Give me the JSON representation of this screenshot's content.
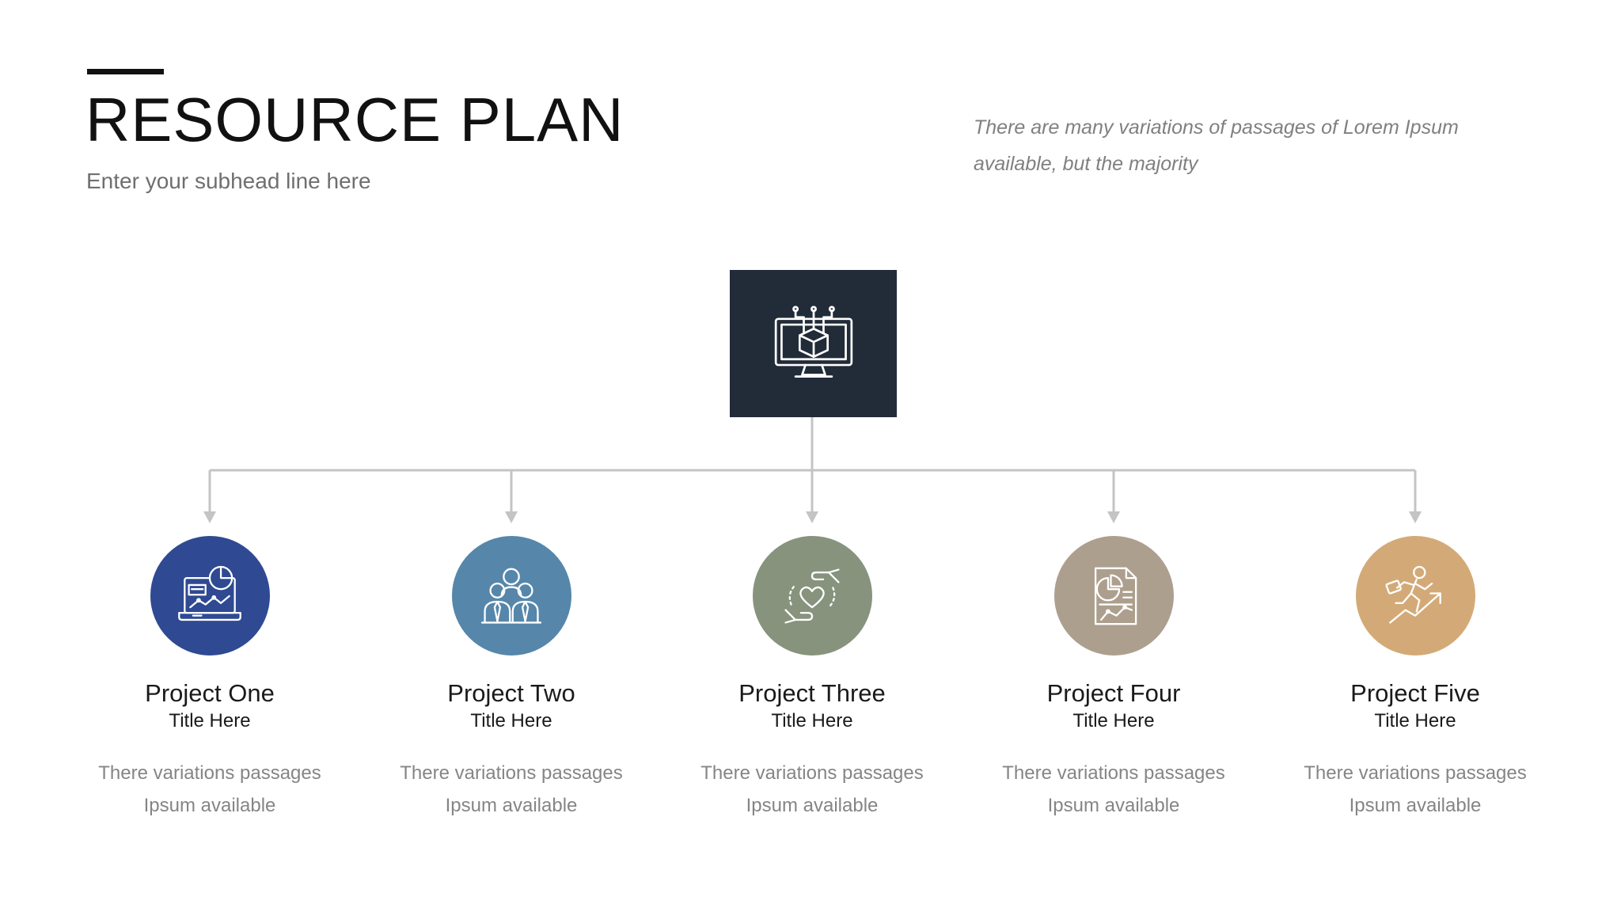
{
  "slide": {
    "title": "RESOURCE PLAN",
    "subhead": "Enter your subhead line here",
    "intro": "There are many variations of passages of Lorem Ipsum available, but the majority"
  },
  "root": {
    "icon": "monitor-cube-icon",
    "color": "#222b38"
  },
  "connector_color": "#c4c4c4",
  "projects": [
    {
      "name": "Project One",
      "subtitle": "Title Here",
      "description": "There variations passages Ipsum available",
      "color": "#2f4a93",
      "icon": "laptop-analytics-icon"
    },
    {
      "name": "Project Two",
      "subtitle": "Title Here",
      "description": "There variations passages Ipsum available",
      "color": "#5687aa",
      "icon": "team-icon"
    },
    {
      "name": "Project Three",
      "subtitle": "Title Here",
      "description": "There variations passages Ipsum available",
      "color": "#87937d",
      "icon": "hands-heart-icon"
    },
    {
      "name": "Project Four",
      "subtitle": "Title Here",
      "description": "There variations passages Ipsum available",
      "color": "#ad9f8e",
      "icon": "report-chart-icon"
    },
    {
      "name": "Project Five",
      "subtitle": "Title Here",
      "description": "There variations passages Ipsum available",
      "color": "#d3aa77",
      "icon": "businessman-growth-icon"
    }
  ]
}
